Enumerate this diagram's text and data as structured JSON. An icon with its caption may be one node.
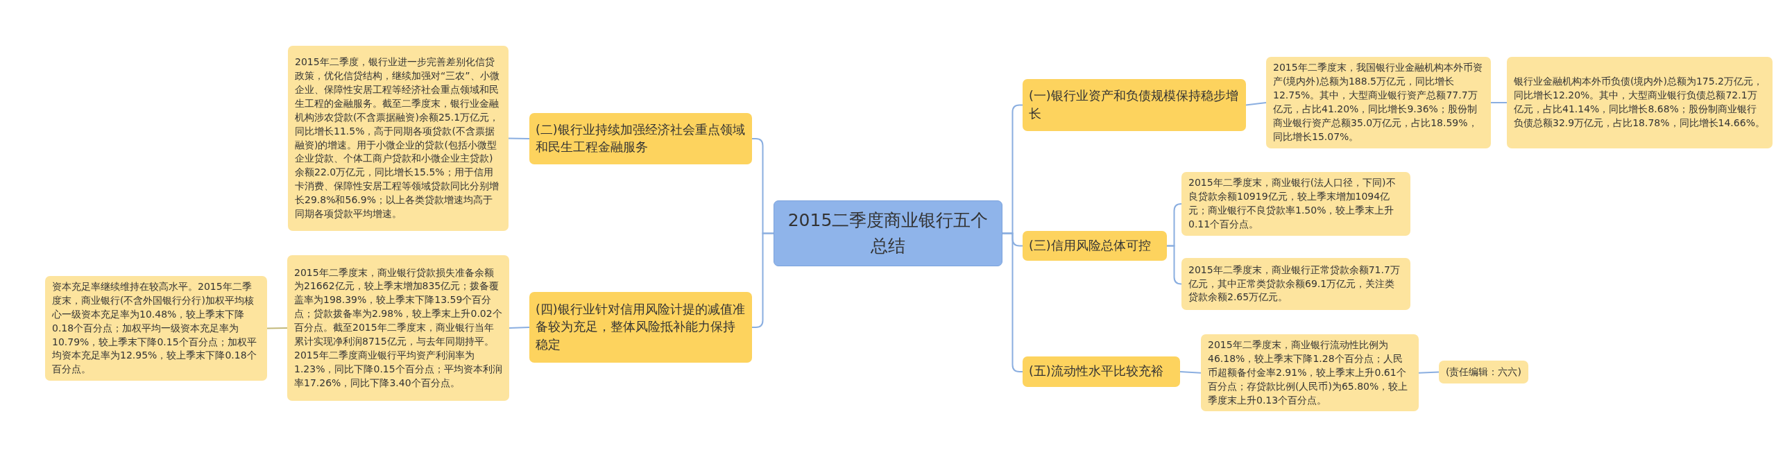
{
  "diagram": {
    "nodes": [
      {
        "text": [
          "2015二季度商业银行五个总结"
        ]
      },
      {
        "text": [
          "(一)银行业资产和负债规模保持稳步增长"
        ]
      },
      {
        "text": [
          "2015年二季度末，我国银行业金融机构本外币资产(境内外)总额为188.5万亿元，同比增长12.75%。其中，大型商业银行资产总额77.7万亿元，占比41.20%，同比增长9.36%；股份制商业银行资产总额35.0万亿元，占比18.59%，同比增长15.07%。"
        ]
      },
      {
        "text": [
          "银行业金融机构本外币负债(境内外)总额为175.2万亿元，同比增长12.20%。其中，大型商业银行负债总额72.1万亿元，占比41.14%，同比增长8.68%；股份制商业银行负债总额32.9万亿元，占比18.78%，同比增长14.66%。"
        ]
      },
      {
        "text": [
          "(三)信用风险总体可控"
        ]
      },
      {
        "text": [
          "2015年二季度末，商业银行(法人口径，下同)不良贷款余额10919亿元，较上季末增加1094亿元；商业银行不良贷款率1.50%，较上季末上升0.11个百分点。"
        ]
      },
      {
        "text": [
          "2015年二季度末，商业银行正常贷款余额71.7万亿元，其中正常类贷款余额69.1万亿元，关注类贷款余额2.65万亿元。"
        ]
      },
      {
        "text": [
          "(五)流动性水平比较充裕"
        ]
      },
      {
        "text": [
          "2015年二季度末，商业银行流动性比例为46.18%，较上季末下降1.28个百分点；人民币超额备付金率2.91%，较上季末上升0.61个百分点；存贷款比例(人民币)为65.80%，较上季度末上升0.13个百分点。"
        ]
      },
      {
        "text": [
          "(责任编辑：六六)"
        ]
      },
      {
        "text": [
          "(二)银行业持续加强经济社会重点领域和民生工程金融服务"
        ]
      },
      {
        "text": [
          "2015年二季度，银行业进一步完善差别化信贷政策，优化信贷结构，继续加强对“三农”、小微企业、保障性安居工程等经济社会重点领域和民生工程的金融服务。截至二季度末，银行业金融机构涉农贷款(不含票据融资)余额25.1万亿元，同比增长11.5%，高于同期各项贷款(不含票据融资)的增速。用于小微企业的贷款(包括小微型企业贷款、个体工商户贷款和小微企业主贷款)余额22.0万亿元，同比增长15.5%；用于信用卡消费、保障性安居工程等领域贷款同比分别增长29.8%和56.9%；以上各类贷款增速均高于同期各项贷款平均增速。"
        ]
      },
      {
        "text": [
          "(四)银行业针对信用风险计提的减值准备较为充足，整体风险抵补能力保持稳定"
        ]
      },
      {
        "text": [
          "2015年二季度末，商业银行贷款损失准备余额为21662亿元，较上季末增加835亿元；拨备覆盖率为198.39%，较上季末下降13.59个百分点；贷款拨备率为2.98%，较上季末上升0.02个百分点。截至2015年二季度末，商业银行当年累计实现净利润8715亿元，与去年同期持平。2015年二季度商业银行平均资产利润率为1.23%，同比下降0.15个百分点；平均资本利润率17.26%，同比下降3.40个百分点。"
        ]
      },
      {
        "text": [
          "资本充足率继续维持在较高水平。2015年二季度末，商业银行(不含外国银行分行)加权平均核心一级资本充足率为10.48%，较上季末下降0.18个百分点；加权平均一级资本充足率为10.79%，较上季末下降0.15个百分点；加权平均资本充足率为12.95%，较上季末下降0.18个百分点。"
        ]
      }
    ],
    "edges": [
      {
        "from": 0,
        "to": 1,
        "arrow": "none"
      },
      {
        "from": 0,
        "to": 4,
        "arrow": "none"
      },
      {
        "from": 0,
        "to": 7,
        "arrow": "none"
      },
      {
        "from": 0,
        "to": 10,
        "arrow": "none"
      },
      {
        "from": 0,
        "to": 12,
        "arrow": "none"
      },
      {
        "from": 1,
        "to": 2,
        "arrow": "none"
      },
      {
        "from": 2,
        "to": 3,
        "arrow": "none"
      },
      {
        "from": 4,
        "to": 5,
        "arrow": "none"
      },
      {
        "from": 4,
        "to": 6,
        "arrow": "none"
      },
      {
        "from": 7,
        "to": 8,
        "arrow": "none"
      },
      {
        "from": 8,
        "to": 9,
        "arrow": "none"
      },
      {
        "from": 10,
        "to": 11,
        "arrow": "none"
      },
      {
        "from": 12,
        "to": 13,
        "arrow": "none"
      },
      {
        "from": 13,
        "to": 14,
        "arrow": "none",
        "color": "#c2b87a"
      }
    ]
  }
}
